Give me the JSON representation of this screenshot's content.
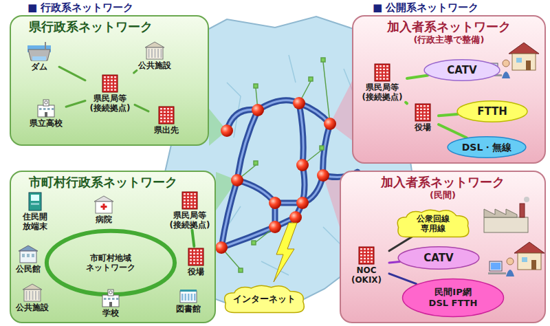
{
  "diagram": {
    "nodes": [
      {
        "text": [
          "県行政系ネットワーク"
        ]
      },
      {
        "text": [
          "ダム"
        ],
        "in": 0
      },
      {
        "text": [
          "公共施設"
        ],
        "in": 0
      },
      {
        "text": [
          "県民局等 (接続拠点)"
        ],
        "in": 0
      },
      {
        "text": [
          "県出先"
        ],
        "in": 0
      },
      {
        "text": [
          "県立高校"
        ],
        "in": 0
      },
      {
        "text": [
          "市町村行政系ネットワーク"
        ]
      },
      {
        "text": [
          "市町村地域 ネットワーク"
        ],
        "in": 6
      },
      {
        "text": [
          "住民開 放端末"
        ],
        "in": 6
      },
      {
        "text": [
          "病院"
        ],
        "in": 6
      },
      {
        "text": [
          "県民局等 (接続拠点)"
        ],
        "in": 6
      },
      {
        "text": [
          "公民館"
        ],
        "in": 6
      },
      {
        "text": [
          "役場"
        ],
        "in": 6
      },
      {
        "text": [
          "公共施設"
        ],
        "in": 6
      },
      {
        "text": [
          "学校"
        ],
        "in": 6
      },
      {
        "text": [
          "図書館"
        ],
        "in": 6
      },
      {
        "text": [
          "加入者系ネットワーク",
          "(行政主導で整備)"
        ]
      },
      {
        "text": [
          "県民局等 (接続拠点)"
        ],
        "in": 16
      },
      {
        "text": [
          "役場"
        ],
        "in": 16
      },
      {
        "text": [
          "CATV"
        ],
        "in": 16
      },
      {
        "text": [
          "FTTH"
        ],
        "in": 16
      },
      {
        "text": [
          "DSL・無線"
        ],
        "in": 16
      },
      {
        "text": [
          "加入者系ネットワーク",
          "(民間)"
        ]
      },
      {
        "text": [
          "公衆回線 専用線"
        ],
        "in": 22
      },
      {
        "text": [
          "CATV"
        ],
        "in": 22
      },
      {
        "text": [
          "NOC (OKIX)"
        ],
        "in": 22
      },
      {
        "text": [
          "民間IP網 DSL FTTH"
        ],
        "in": 22
      },
      {
        "text": [
          "インターネット"
        ]
      }
    ],
    "edges": [
      {
        "from": 3,
        "to": 1,
        "arrow": "none"
      },
      {
        "from": 3,
        "to": 2,
        "arrow": "none"
      },
      {
        "from": 3,
        "to": 4,
        "arrow": "none"
      },
      {
        "from": 3,
        "to": 5,
        "arrow": "none"
      },
      {
        "from": 10,
        "to": 12,
        "arrow": "none"
      },
      {
        "from": 17,
        "to": 18,
        "arrow": "none"
      },
      {
        "from": 17,
        "to": 19,
        "arrow": "none"
      },
      {
        "from": 18,
        "to": 20,
        "arrow": "none"
      },
      {
        "from": 18,
        "to": 21,
        "arrow": "none"
      },
      {
        "from": 25,
        "to": 23,
        "arrow": "none"
      },
      {
        "from": 25,
        "to": 24,
        "arrow": "none"
      },
      {
        "from": 25,
        "to": 26,
        "arrow": "none"
      }
    ],
    "labels": [
      "■ 行政系ネットワーク",
      "■ 公開系ネットワーク"
    ]
  }
}
